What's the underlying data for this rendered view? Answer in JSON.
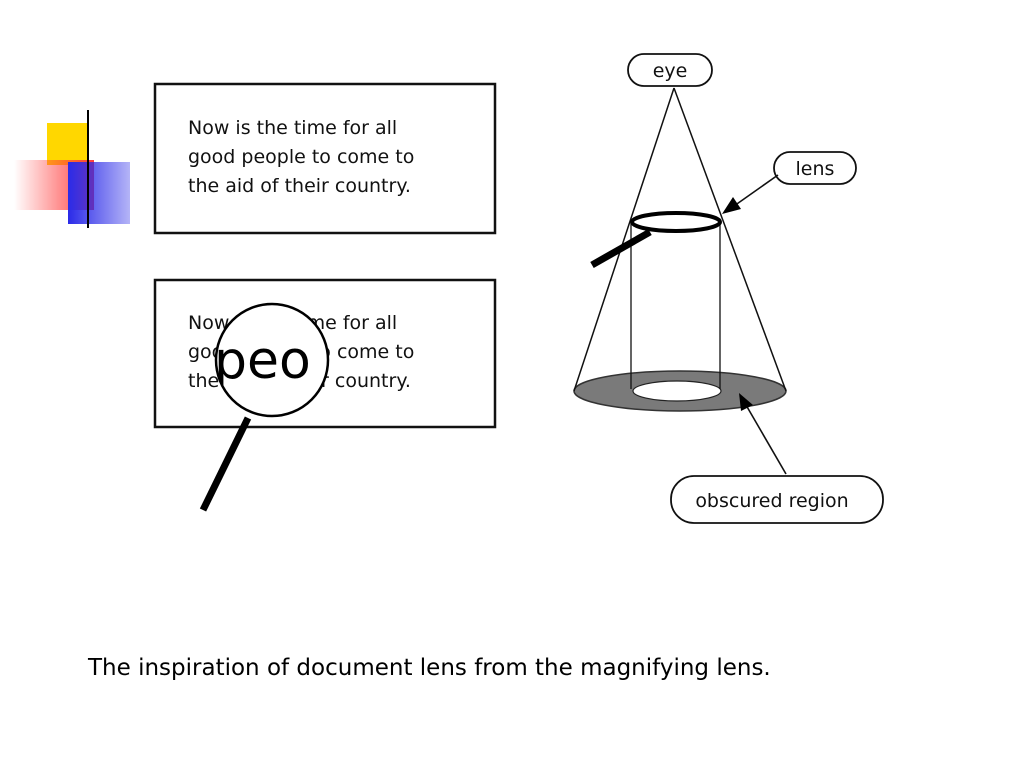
{
  "documents": {
    "lines": [
      "Now is the time for all",
      "good people to come to",
      "the aid of their country."
    ],
    "magnified_text": "peo"
  },
  "diagram_labels": {
    "eye": "eye",
    "lens": "lens",
    "obscured": "obscured region"
  },
  "caption": "The inspiration of document lens from the magnifying lens.",
  "colors": {
    "deco_yellow": "#ffd700",
    "deco_red": "#ff3b3b",
    "deco_blue": "#3333ee",
    "obscured_fill": "#7a7a7a"
  }
}
